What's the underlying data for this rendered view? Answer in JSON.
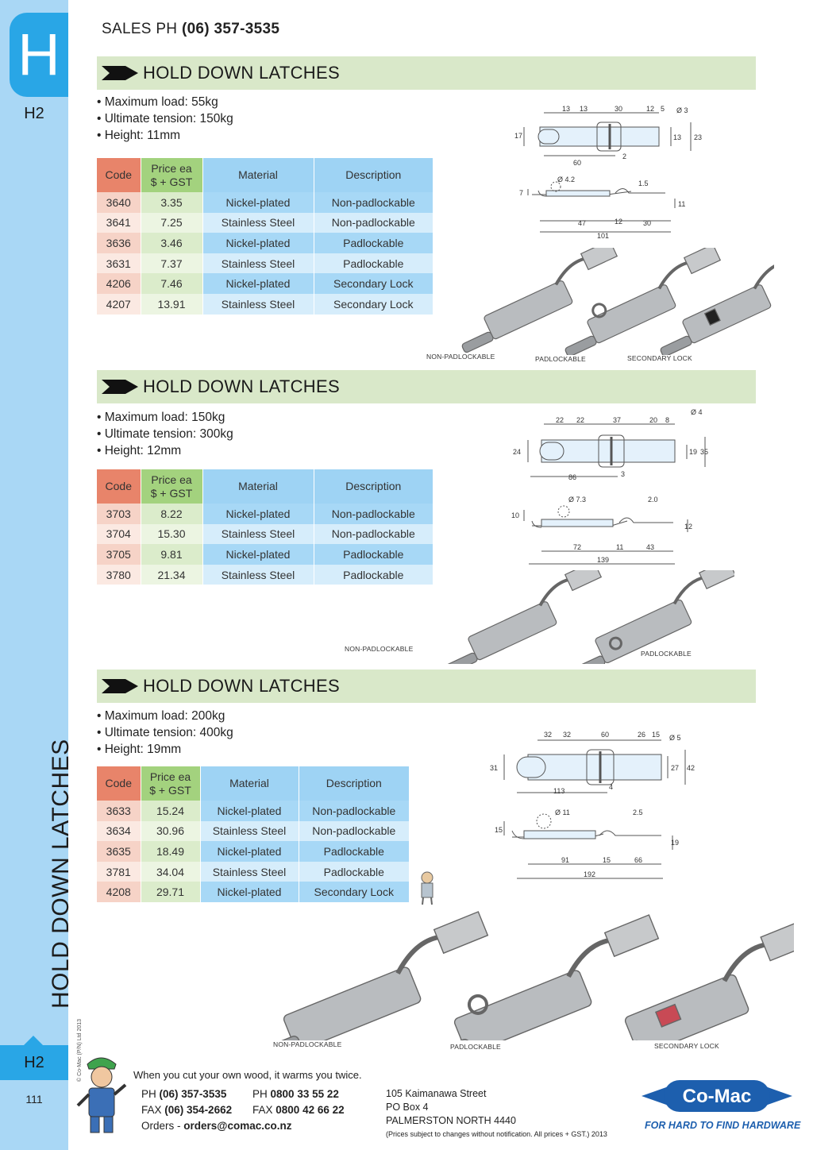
{
  "sidebar": {
    "letter": "H",
    "code_top": "H2",
    "vertical_title": "HOLD DOWN LATCHES",
    "copyright": "© Co-Mac (P/N) Ltd 2013",
    "code_bottom": "H2",
    "page_number": "111"
  },
  "header": {
    "sales_label": "SALES  PH",
    "sales_phone": "(06) 357-3535"
  },
  "sections": [
    {
      "title": "HOLD DOWN LATCHES",
      "bullets": [
        "Maximum load: 55kg",
        "Ultimate tension: 150kg",
        "Height:  11mm"
      ],
      "table": {
        "headers": [
          "Code",
          "Price ea\n$ + GST",
          "Material",
          "Description"
        ],
        "rows": [
          [
            "3640",
            "3.35",
            "Nickel-plated",
            "Non-padlockable"
          ],
          [
            "3641",
            "7.25",
            "Stainless Steel",
            "Non-padlockable"
          ],
          [
            "3636",
            "3.46",
            "Nickel-plated",
            "Padlockable"
          ],
          [
            "3631",
            "7.37",
            "Stainless Steel",
            "Padlockable"
          ],
          [
            "4206",
            "7.46",
            "Nickel-plated",
            "Secondary Lock"
          ],
          [
            "4207",
            "13.91",
            "Stainless Steel",
            "Secondary Lock"
          ]
        ]
      },
      "drawing_dims": {
        "top": [
          "13",
          "13",
          "30",
          "12",
          "5",
          "Ø 3",
          "17",
          "13",
          "23",
          "60",
          "2"
        ],
        "side": [
          "Ø 4.2",
          "1.5",
          "7",
          "11",
          "47",
          "12",
          "30",
          "101"
        ]
      },
      "photo_labels": [
        "NON-PADLOCKABLE",
        "PADLOCKABLE",
        "SECONDARY LOCK"
      ]
    },
    {
      "title": "HOLD DOWN LATCHES",
      "bullets": [
        "Maximum load: 150kg",
        "Ultimate tension: 300kg",
        "Height:  12mm"
      ],
      "table": {
        "headers": [
          "Code",
          "Price ea\n$ + GST",
          "Material",
          "Description"
        ],
        "rows": [
          [
            "3703",
            "8.22",
            "Nickel-plated",
            "Non-padlockable"
          ],
          [
            "3704",
            "15.30",
            "Stainless Steel",
            "Non-padlockable"
          ],
          [
            "3705",
            "9.81",
            "Nickel-plated",
            "Padlockable"
          ],
          [
            "3780",
            "21.34",
            "Stainless Steel",
            "Padlockable"
          ]
        ]
      },
      "drawing_dims": {
        "top": [
          "22",
          "22",
          "37",
          "20",
          "8",
          "Ø 4",
          "24",
          "19",
          "35",
          "86",
          "3"
        ],
        "side": [
          "Ø 7.3",
          "2.0",
          "10",
          "12",
          "72",
          "11",
          "43",
          "139"
        ]
      },
      "photo_labels": [
        "NON-PADLOCKABLE",
        "PADLOCKABLE"
      ]
    },
    {
      "title": "HOLD DOWN LATCHES",
      "bullets": [
        "Maximum load: 200kg",
        "Ultimate tension: 400kg",
        "Height:  19mm"
      ],
      "table": {
        "headers": [
          "Code",
          "Price ea\n$ + GST",
          "Material",
          "Description"
        ],
        "rows": [
          [
            "3633",
            "15.24",
            "Nickel-plated",
            "Non-padlockable"
          ],
          [
            "3634",
            "30.96",
            "Stainless Steel",
            "Non-padlockable"
          ],
          [
            "3635",
            "18.49",
            "Nickel-plated",
            "Padlockable"
          ],
          [
            "3781",
            "34.04",
            "Stainless Steel",
            "Padlockable"
          ],
          [
            "4208",
            "29.71",
            "Nickel-plated",
            "Secondary Lock"
          ]
        ]
      },
      "drawing_dims": {
        "top": [
          "32",
          "32",
          "60",
          "26",
          "15",
          "Ø 5",
          "31",
          "27",
          "42",
          "113",
          "4"
        ],
        "side": [
          "Ø 11",
          "2.5",
          "15",
          "19",
          "91",
          "15",
          "66",
          "192"
        ]
      },
      "photo_labels": [
        "NON-PADLOCKABLE",
        "PADLOCKABLE",
        "SECONDARY LOCK"
      ]
    }
  ],
  "footer": {
    "quote": "When you cut your own wood, it warms you twice.",
    "ph_label": "PH",
    "ph": "(06) 357-3535",
    "ph2_label": "PH",
    "ph2": "0800 33 55 22",
    "fax_label": "FAX",
    "fax": "(06) 354-2662",
    "fax2_label": "FAX",
    "fax2": "0800 42 66 22",
    "orders_label": "Orders -",
    "orders_email": "orders@comac.co.nz",
    "address": [
      "105 Kaimanawa Street",
      "PO Box 4",
      "PALMERSTON NORTH 4440"
    ],
    "disclaimer": "(Prices subject to changes without notification.  All prices + GST.)  2013",
    "logo_text": "Co-Mac",
    "tagline": "FOR HARD TO FIND HARDWARE"
  },
  "colors": {
    "sidebar": "#a9d7f5",
    "tab_blue": "#29a6e6",
    "section_bar": "#d9e8c9",
    "code_header": "#e8846a",
    "price_header": "#a3d27e",
    "material_header": "#9ed3f4",
    "logo_blue": "#1d5fae"
  }
}
